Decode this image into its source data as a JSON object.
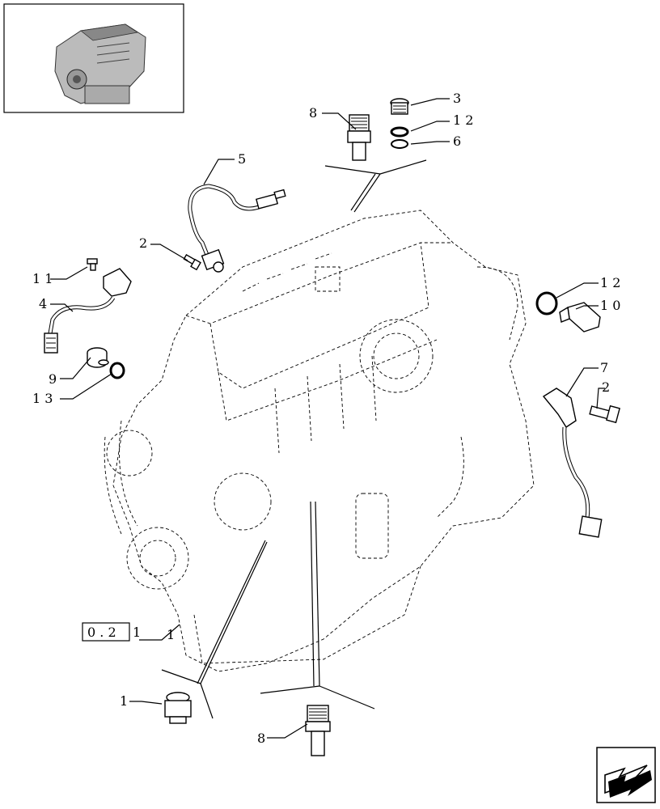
{
  "callouts": {
    "c1": "1",
    "c2a": "2",
    "c2b": "2",
    "c3": "3",
    "c4": "4",
    "c5": "5",
    "c6": "6",
    "c7": "7",
    "c8a": "8",
    "c8b": "8",
    "c9": "9",
    "c10": "1 0",
    "c11": "1 1",
    "c12a": "1 2",
    "c12b": "1 2",
    "c13": "1 3"
  },
  "reference": {
    "box_label": "0 . 2",
    "suffix": "1",
    "item": "1"
  },
  "icons": {
    "thumbnail": "engine-thumbnail-icon",
    "nav": "next-page-arrow-icon"
  }
}
